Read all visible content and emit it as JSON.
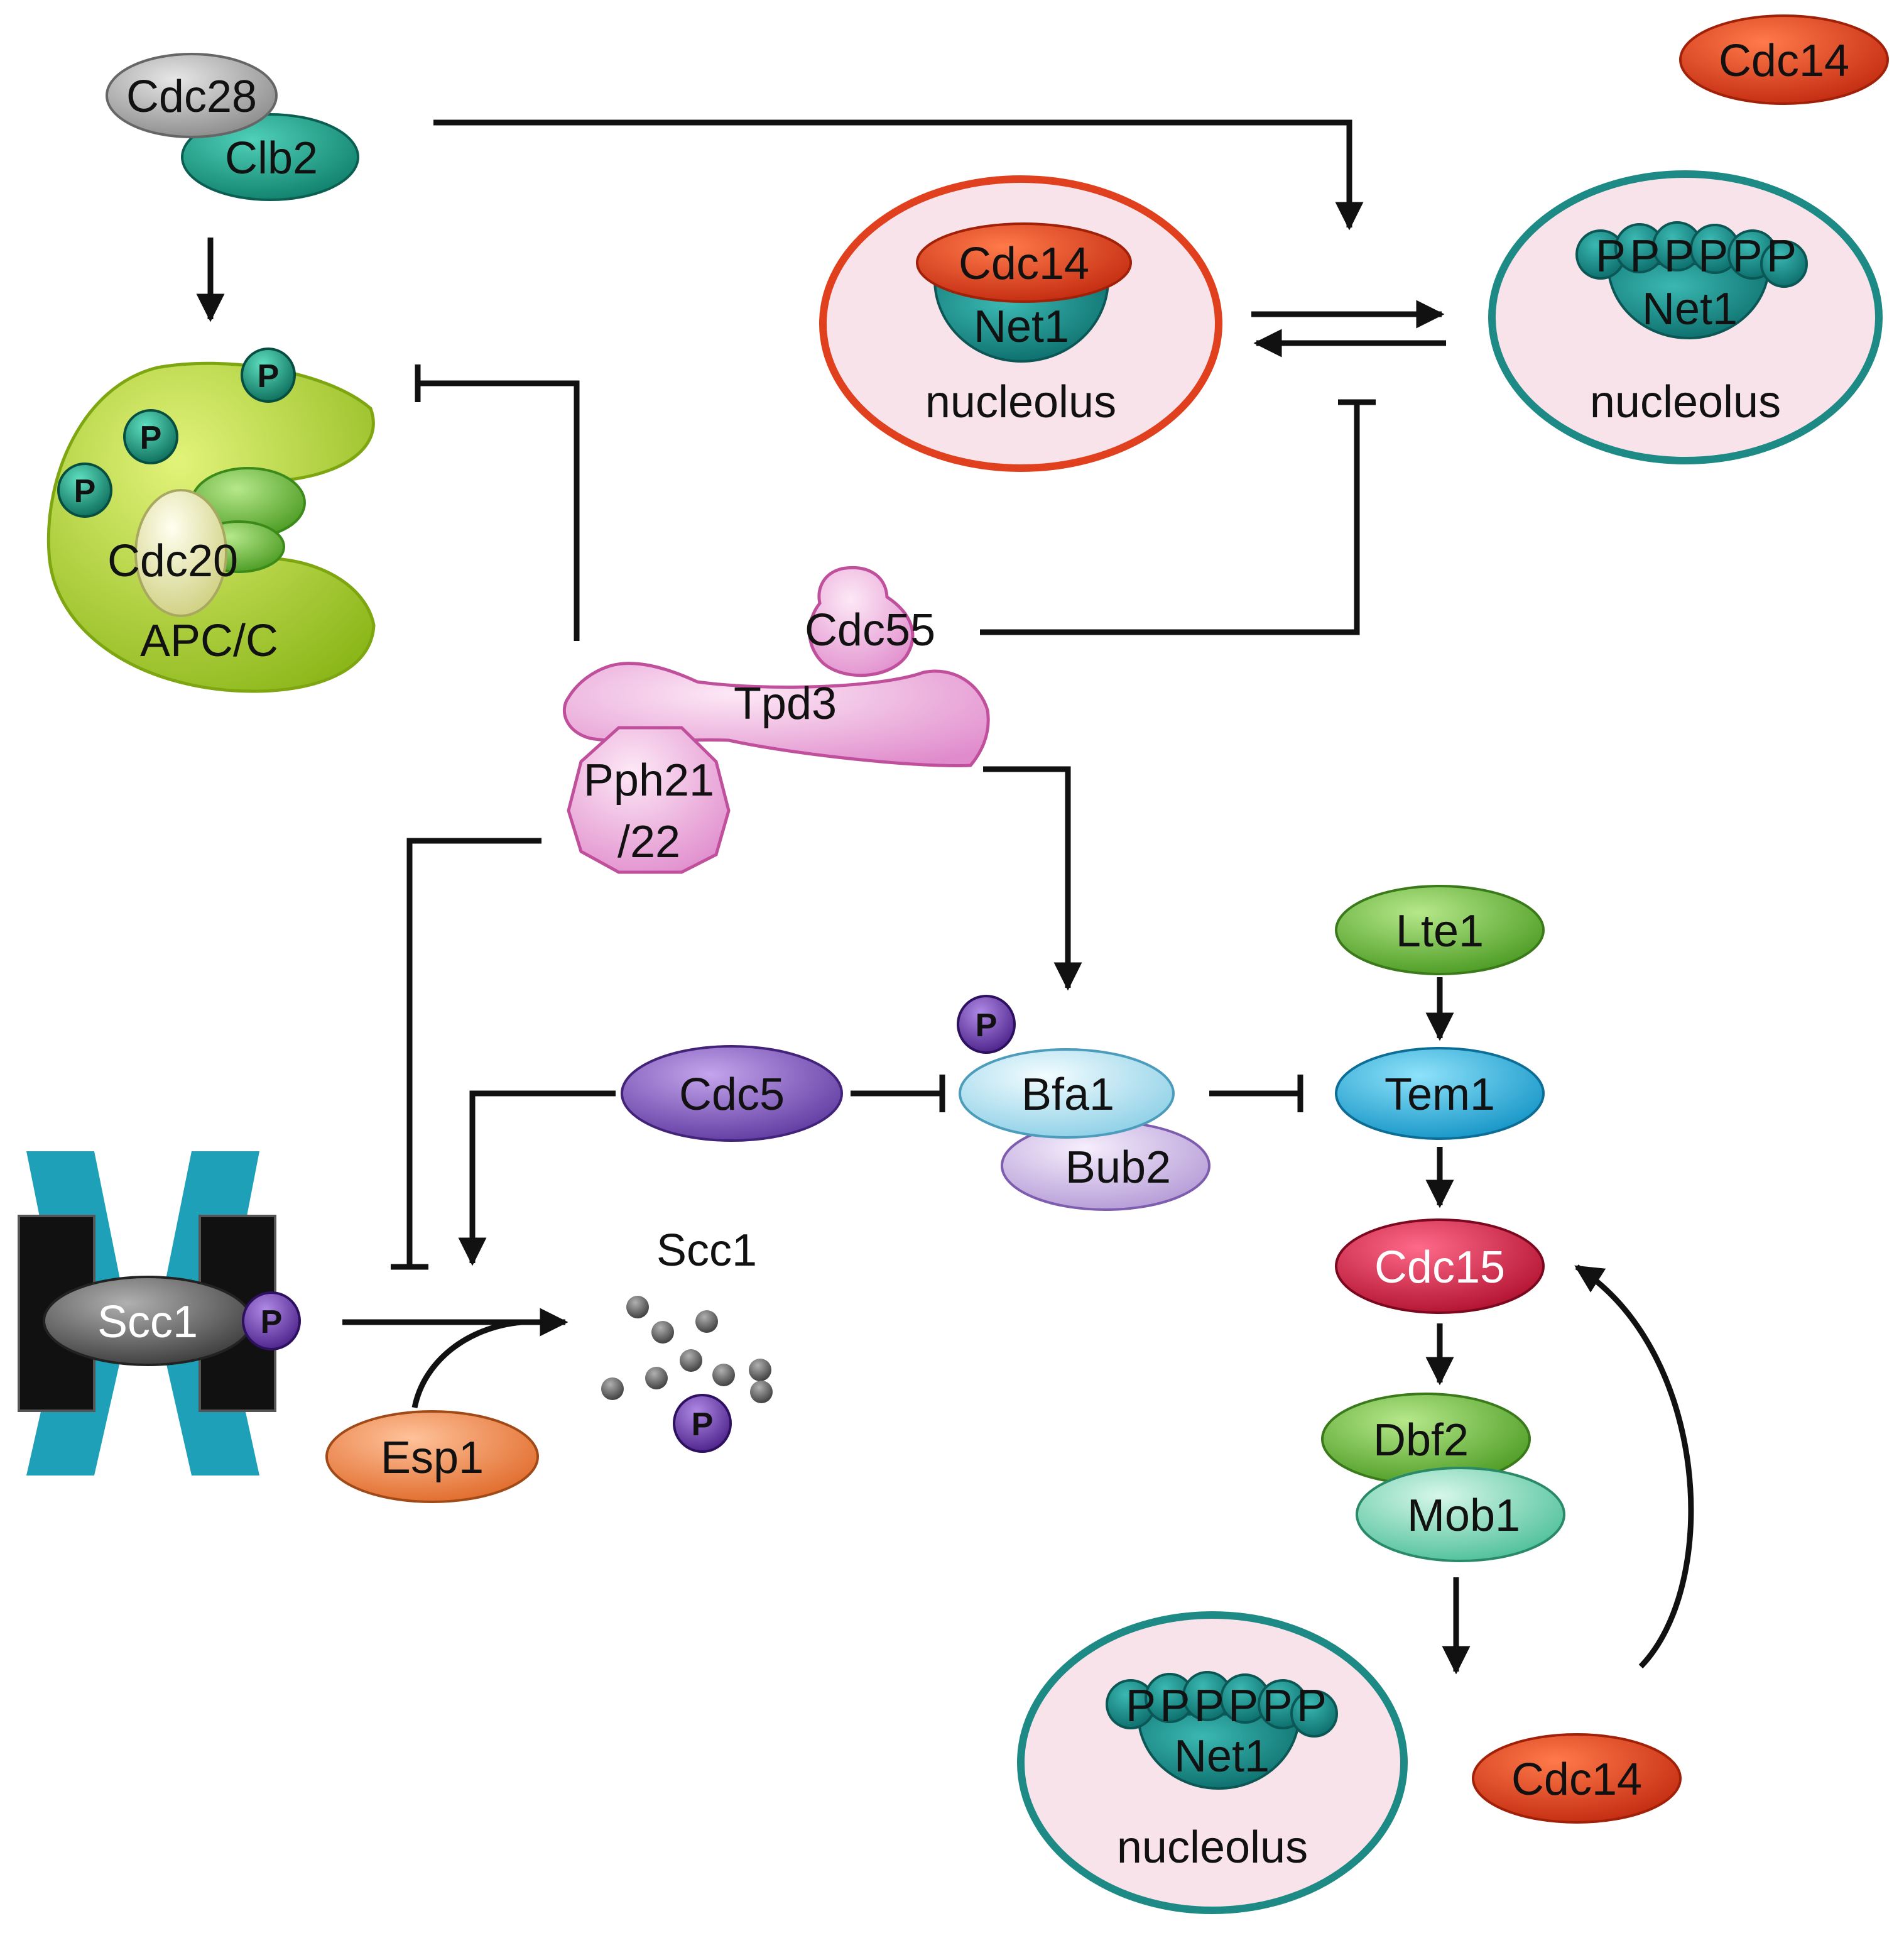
{
  "labels": {
    "cdc28": "Cdc28",
    "clb2": "Clb2",
    "cdc14_top_right": "Cdc14",
    "cdc14_in_nucleolus": "Cdc14",
    "net1_left": "Net1",
    "nucleolus_left": "nucleolus",
    "phospho_net1_top_marks": "PPPPPP",
    "net1_top_right": "Net1",
    "nucleolus_top_right": "nucleolus",
    "phospho_p": "P",
    "cdc20": "Cdc20",
    "apc_c": "APC/C",
    "cdc55": "Cdc55",
    "tpd3": "Tpd3",
    "pph21": "Pph21",
    "pph22": "/22",
    "lte1": "Lte1",
    "cdc5": "Cdc5",
    "bfa1": "Bfa1",
    "bub2": "Bub2",
    "tem1": "Tem1",
    "cdc15": "Cdc15",
    "scc1_bound": "Scc1",
    "scc1_cleaved": "Scc1",
    "esp1": "Esp1",
    "dbf2": "Dbf2",
    "mob1": "Mob1",
    "phospho_net1_bottom_marks": "PPPPPP",
    "net1_bottom": "Net1",
    "nucleolus_bottom": "nucleolus",
    "cdc14_bottom": "Cdc14"
  },
  "colors": {
    "cdc28": "#9a9a9a",
    "clb2": "#1a9c85",
    "cdc14": "#e8401c",
    "net1": "#138a86",
    "nucleolus_fill": "#f9e3ea",
    "nucleolus_border_left": "#e0401e",
    "nucleolus_border_teal": "#1e8a86",
    "apc_c": "#b5d624",
    "cdc20": "#f0efb0",
    "pp2a": "#f2b8e0",
    "lte1": "#6cbe3c",
    "cdc5": "#8a5cc4",
    "bfa1": "#b8e6f4",
    "bub2": "#d8c4ea",
    "tem1": "#29b2e2",
    "cdc15": "#d81e4a",
    "esp1": "#f4884c",
    "dbf2": "#7ccc52",
    "mob1": "#7ed8b6",
    "scc1": "#6a6a6a",
    "cohesin": "#1ea0b8",
    "phospho_teal": "#16987a",
    "phospho_purple": "#6a3ab0"
  }
}
